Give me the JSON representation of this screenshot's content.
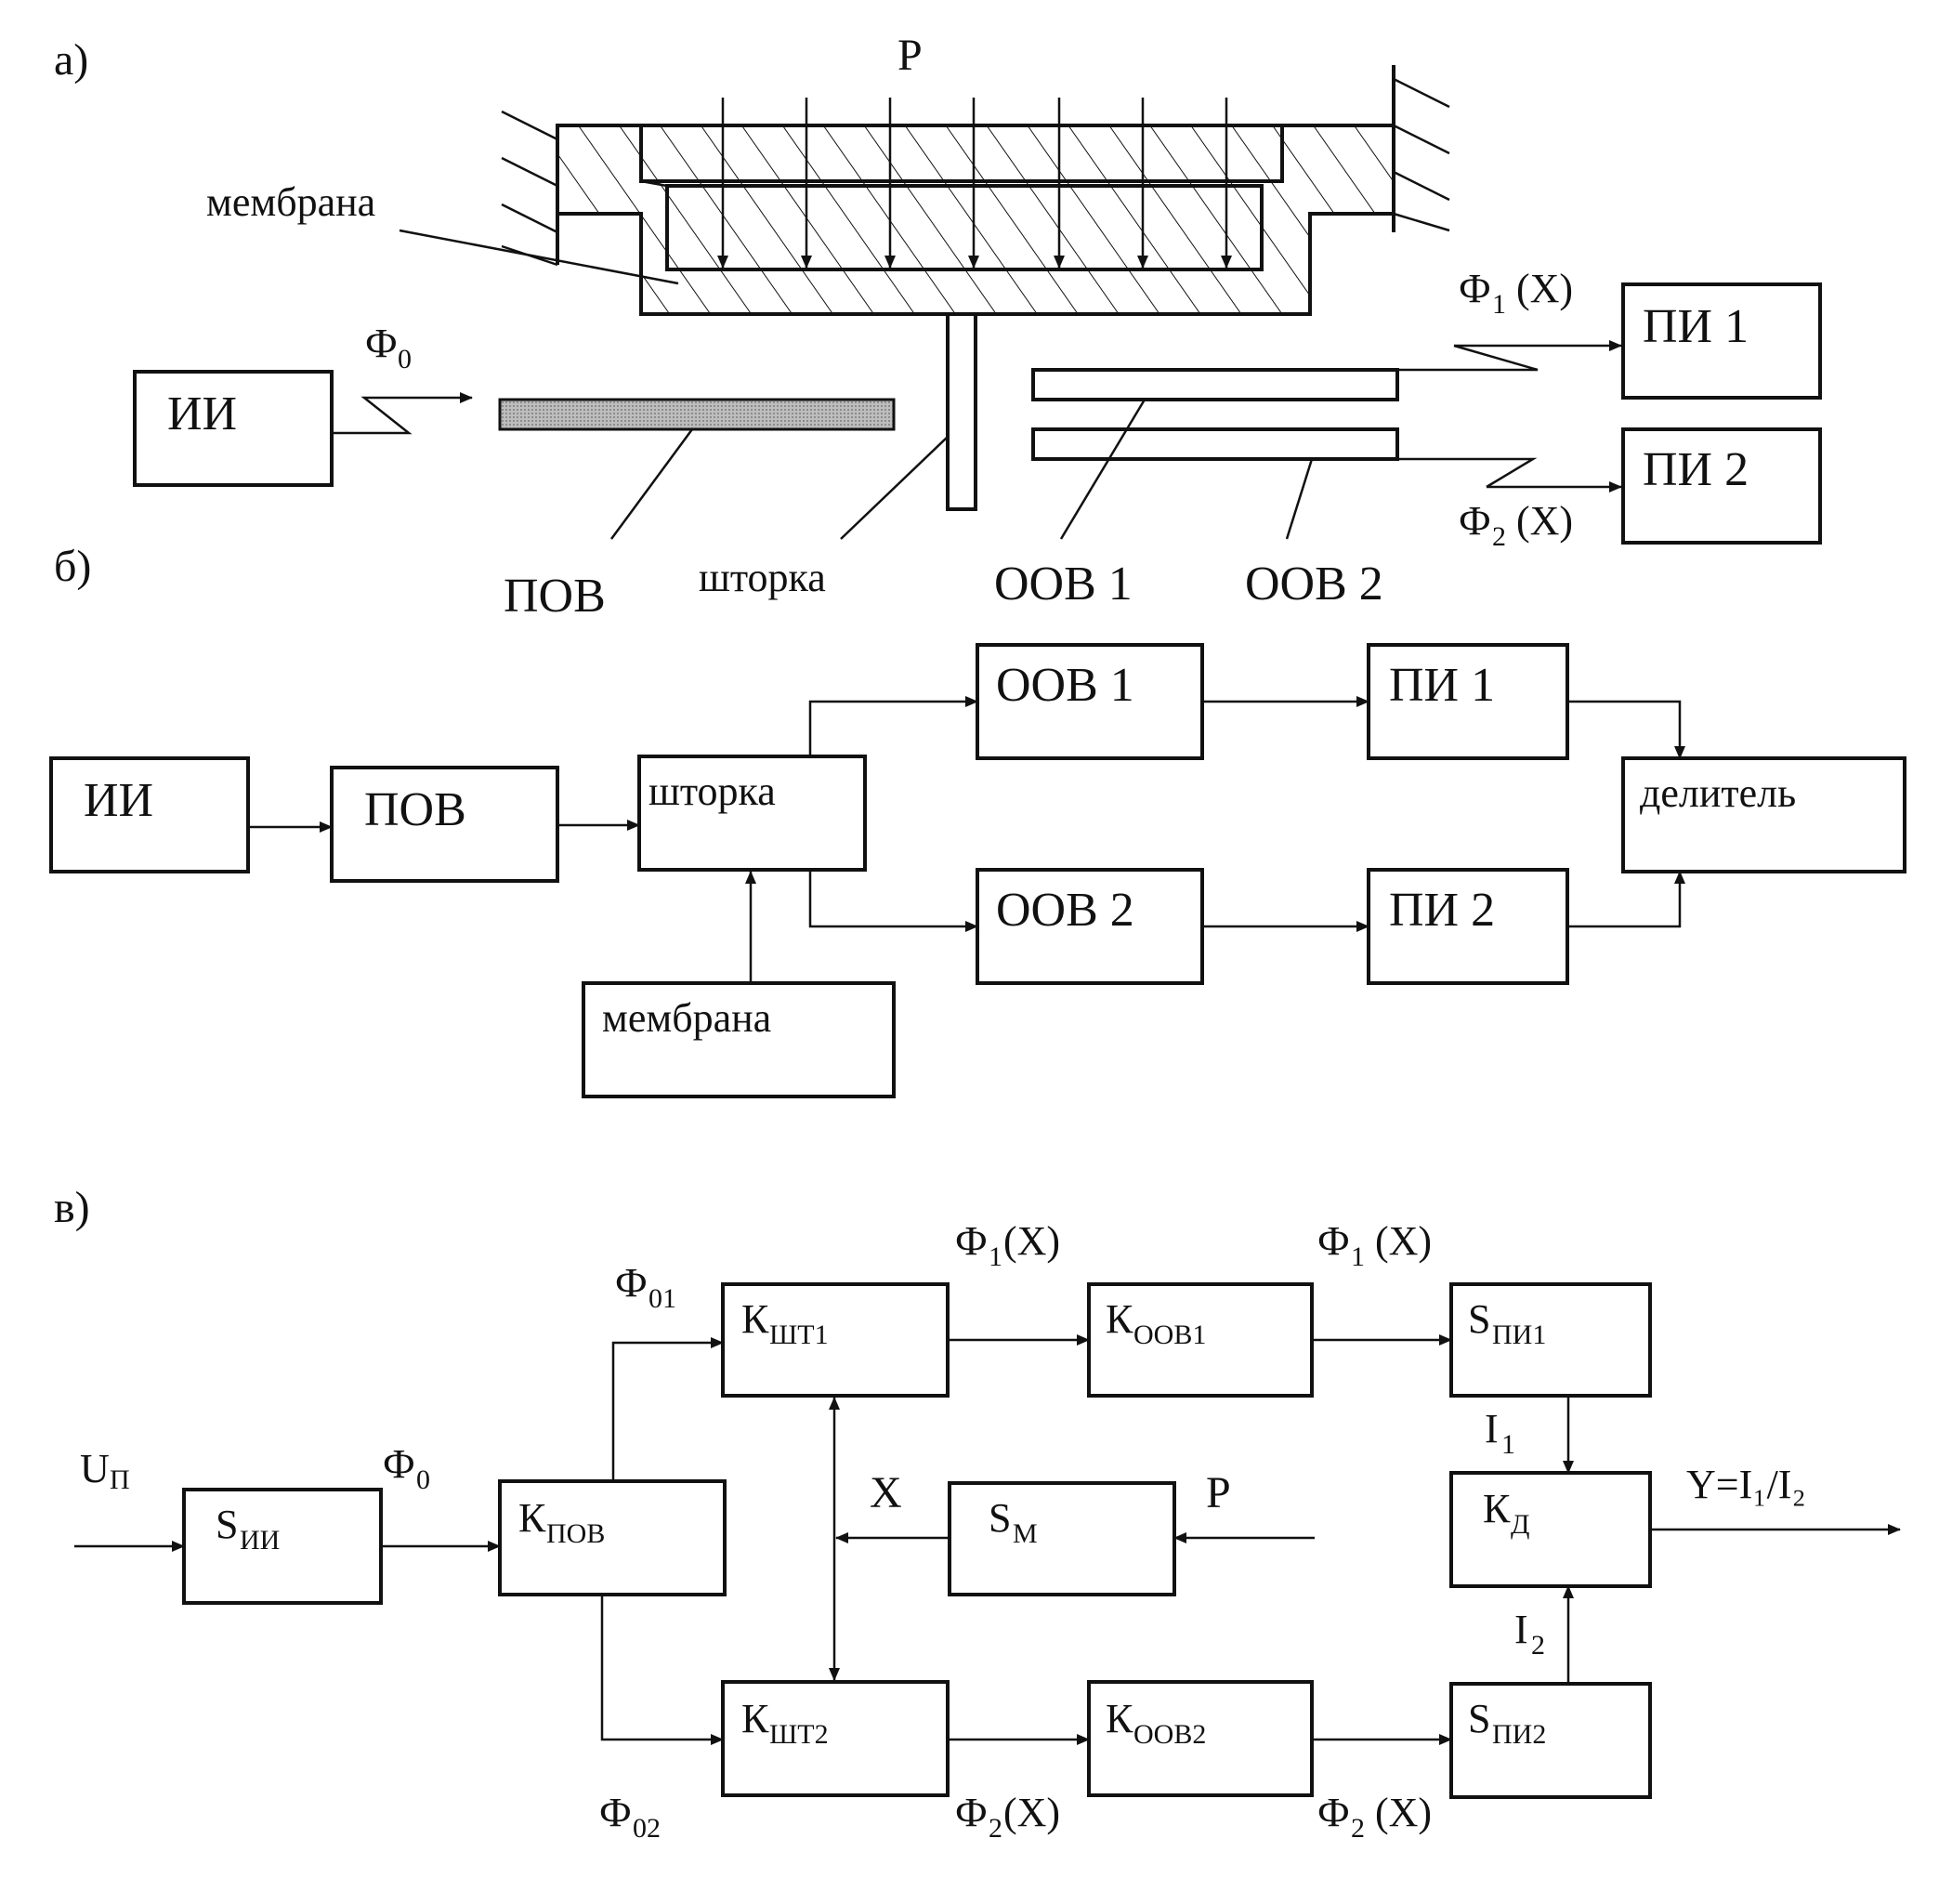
{
  "panel_a": {
    "label": "а)",
    "pressure": "P",
    "membrane": "мембрана",
    "phi0": "Ф",
    "phi0_sub": "0",
    "source": "ИИ",
    "fiber_in": "ПОВ",
    "shutter": "шторка",
    "fiber_out1": "ООВ 1",
    "fiber_out2": "ООВ 2",
    "phi1": "Ф",
    "phi1_sub": "1",
    "phi1_tail": "(X)",
    "phi2": "Ф",
    "phi2_sub": "2",
    "phi2_tail": "(X)",
    "receiver1": "ПИ 1",
    "receiver2": "ПИ 2"
  },
  "panel_b": {
    "label": "б)",
    "source": "ИИ",
    "fiber_in": "ПОВ",
    "shutter": "шторка",
    "membrane": "мембрана",
    "fiber_out1": "ООВ 1",
    "fiber_out2": "ООВ 2",
    "receiver1": "ПИ 1",
    "receiver2": "ПИ 2",
    "divider": "делитель"
  },
  "panel_v": {
    "label": "в)",
    "u_main": "U",
    "u_sub": "П",
    "phi0_main": "Ф",
    "phi0_sub": "0",
    "phi01_main": "Ф",
    "phi01_sub": "01",
    "phi02_main": "Ф",
    "phi02_sub": "02",
    "phi1x_main": "Ф",
    "phi1x_sub": "1",
    "phi1x_tail": "(X)",
    "phi1px_main": "Ф",
    "phi1px_sub": "1",
    "phi1px_tail": "(X)",
    "phi2x_main": "Ф",
    "phi2x_sub": "2",
    "phi2x_tail": "(X)",
    "phi2px_main": "Ф",
    "phi2px_sub": "2",
    "phi2px_tail": "(X)",
    "x_label": "X",
    "p_label": "P",
    "i1_main": "I",
    "i1_sub": "1",
    "i2_main": "I",
    "i2_sub": "2",
    "y_out": "Y=I₁/I₂",
    "blocks": {
      "s_ii": {
        "main": "S",
        "sub": "ИИ"
      },
      "k_pov": {
        "main": "К",
        "sub": "ПОВ"
      },
      "k_sht1": {
        "main": "К",
        "sub": "ШТ1"
      },
      "k_sht2": {
        "main": "К",
        "sub": "ШТ2"
      },
      "k_oov1": {
        "main": "К",
        "sub": "ООВ1"
      },
      "k_oov2": {
        "main": "К",
        "sub": "ООВ2"
      },
      "s_m": {
        "main": "S",
        "sub": "М"
      },
      "s_pi1": {
        "main": "S",
        "sub": "ПИ1"
      },
      "s_pi2": {
        "main": "S",
        "sub": "ПИ2"
      },
      "k_d": {
        "main": "К",
        "sub": "Д"
      }
    }
  }
}
